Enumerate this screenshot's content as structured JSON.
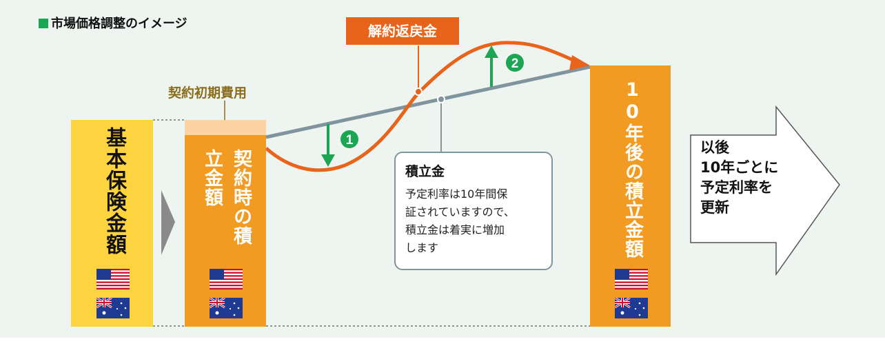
{
  "title": "市場価格調整のイメージ",
  "boxes": {
    "base_amount": "基本保険金額",
    "contract_reserve": "契約時の積立金額",
    "reserve_after_10y": "10年後の積立金額"
  },
  "labels": {
    "initial_cost": "契約初期費用",
    "surrender_value": "解約返戻金",
    "marker_1": "1",
    "marker_2": "2"
  },
  "callout": {
    "title": "積立金",
    "body": "予定利率は10年間保\n証されていますので、\n積立金は着実に増加\nします"
  },
  "after_text": "以後\n10年ごとに\n予定利率を\n更新",
  "colors": {
    "yellow": "#fdd33f",
    "orange": "#f29b22",
    "light_orange": "#fcd3a2",
    "curve": "#e8641b",
    "line": "#7f949c",
    "green": "#1aa653",
    "gray_arrow": "#8a8a8a"
  },
  "icons": [
    "us-flag-icon",
    "australia-flag-icon"
  ]
}
